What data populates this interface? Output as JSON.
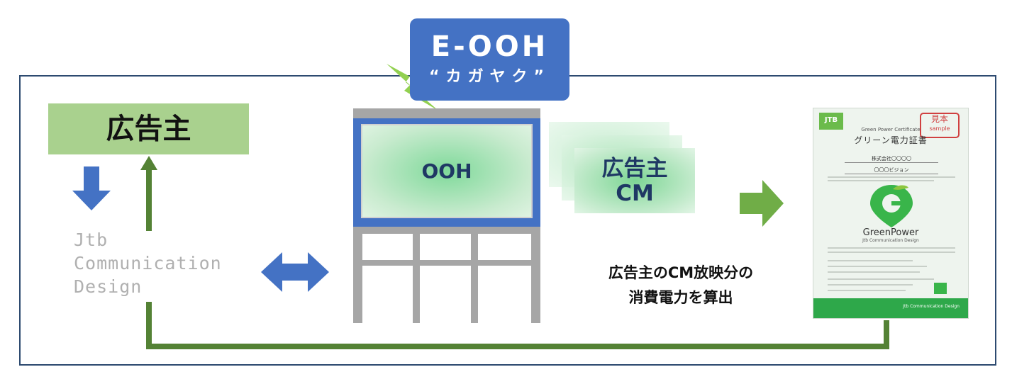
{
  "badge": {
    "title": "E-OOH",
    "subtitle": "“カガヤク”"
  },
  "advertiser_box": {
    "label": "広告主"
  },
  "company": {
    "line1": "Jtb",
    "line2": "Communication",
    "line3": "Design"
  },
  "building": {
    "screen_label": "OOH"
  },
  "cm_card": {
    "line1": "広告主",
    "line2": "CM"
  },
  "caption": {
    "line1": "広告主のCM放映分の",
    "line2": "消費電力を算出"
  },
  "certificate": {
    "logo": "JTB",
    "stamp_main": "見本",
    "stamp_sub": "sample",
    "title_en": "Green Power Certificate",
    "title": "グリーン電力証書",
    "company_line": "株式会社〇〇〇〇",
    "vision_line": "〇〇〇ビジョン",
    "brand": "GreenPower",
    "brand_sub": "Jtb Communication Design",
    "footer": "Jtb Communication Design"
  },
  "colors": {
    "frame": "#2d4a70",
    "badge": "#4472c4",
    "advertiser_box": "#a9d18e",
    "flow_arrow": "#548235",
    "down_arrow": "#4472c4",
    "right_arrow": "#70ad47"
  }
}
